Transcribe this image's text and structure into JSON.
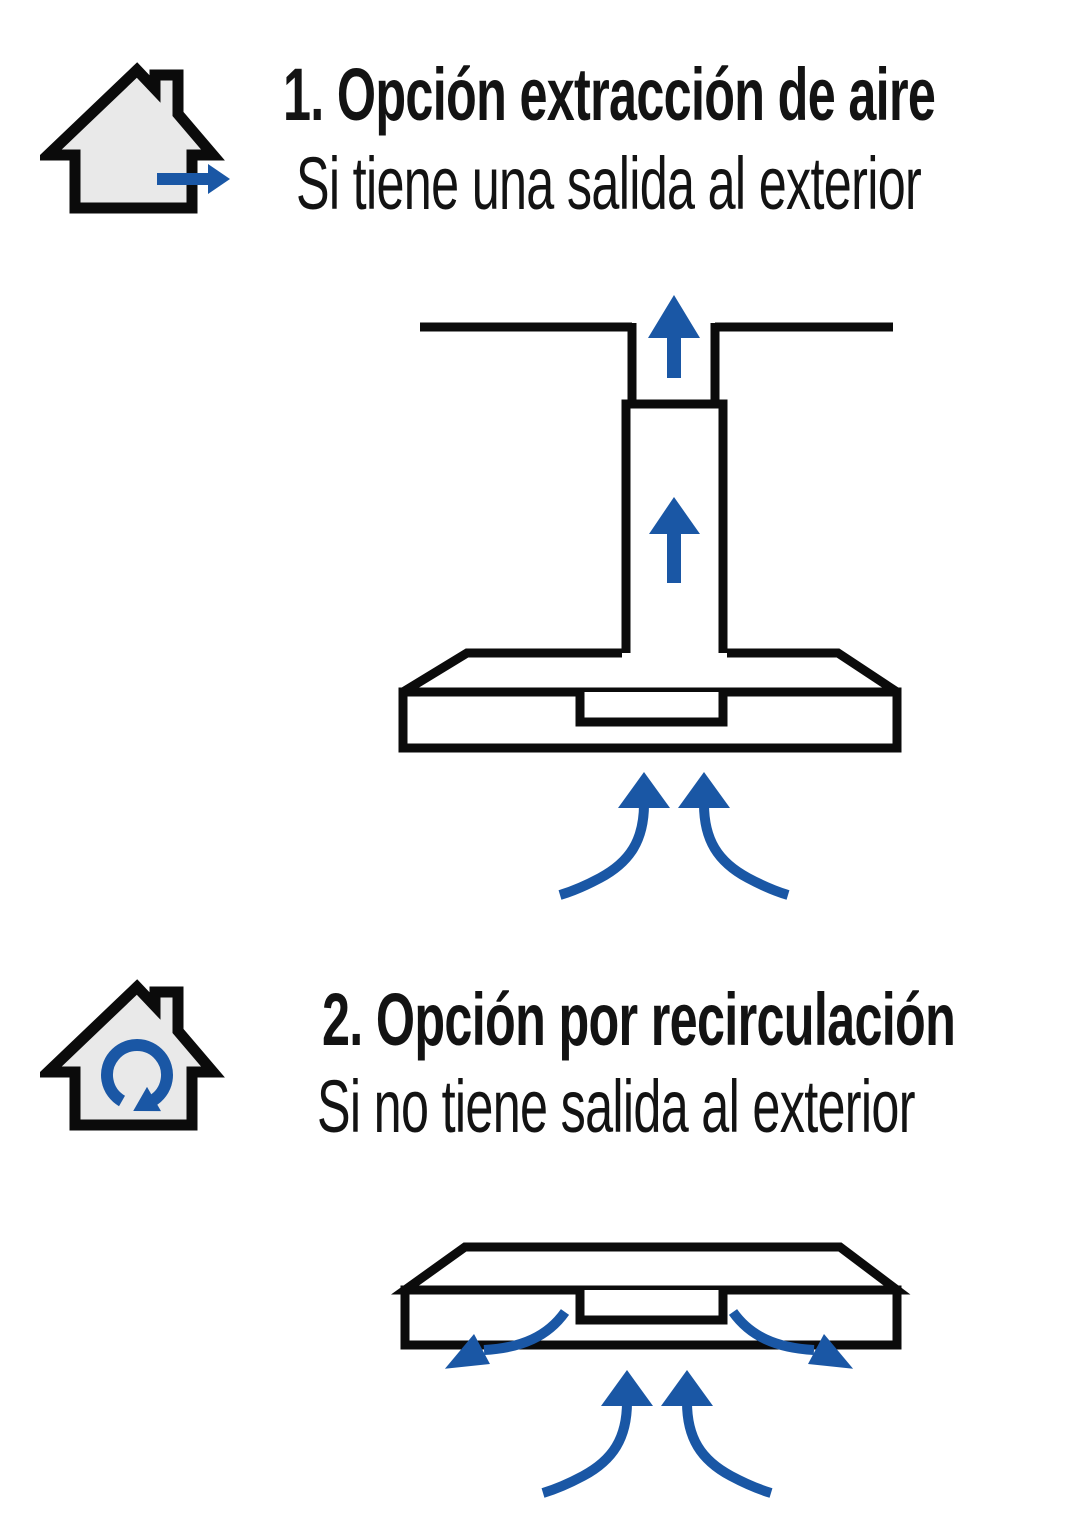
{
  "page": {
    "background": "#ffffff"
  },
  "colors": {
    "accent_blue": "#1a57a5",
    "line_black": "#0b0b0b",
    "house_fill": "#e9e9e9",
    "text_color": "#131313",
    "page_bg": "#ffffff"
  },
  "sections": [
    {
      "number": "1.",
      "title": "1. Opción extracción de aire",
      "subtitle": "Si tiene una salida al exterior",
      "icon": "house-air-outlet-icon",
      "diagram": "extraction-hood-diagram"
    },
    {
      "number": "2.",
      "title": "2. Opción por recirculación",
      "subtitle": "Si no tiene salida al exterior",
      "icon": "house-recirculation-icon",
      "diagram": "recirculation-hood-diagram"
    }
  ]
}
